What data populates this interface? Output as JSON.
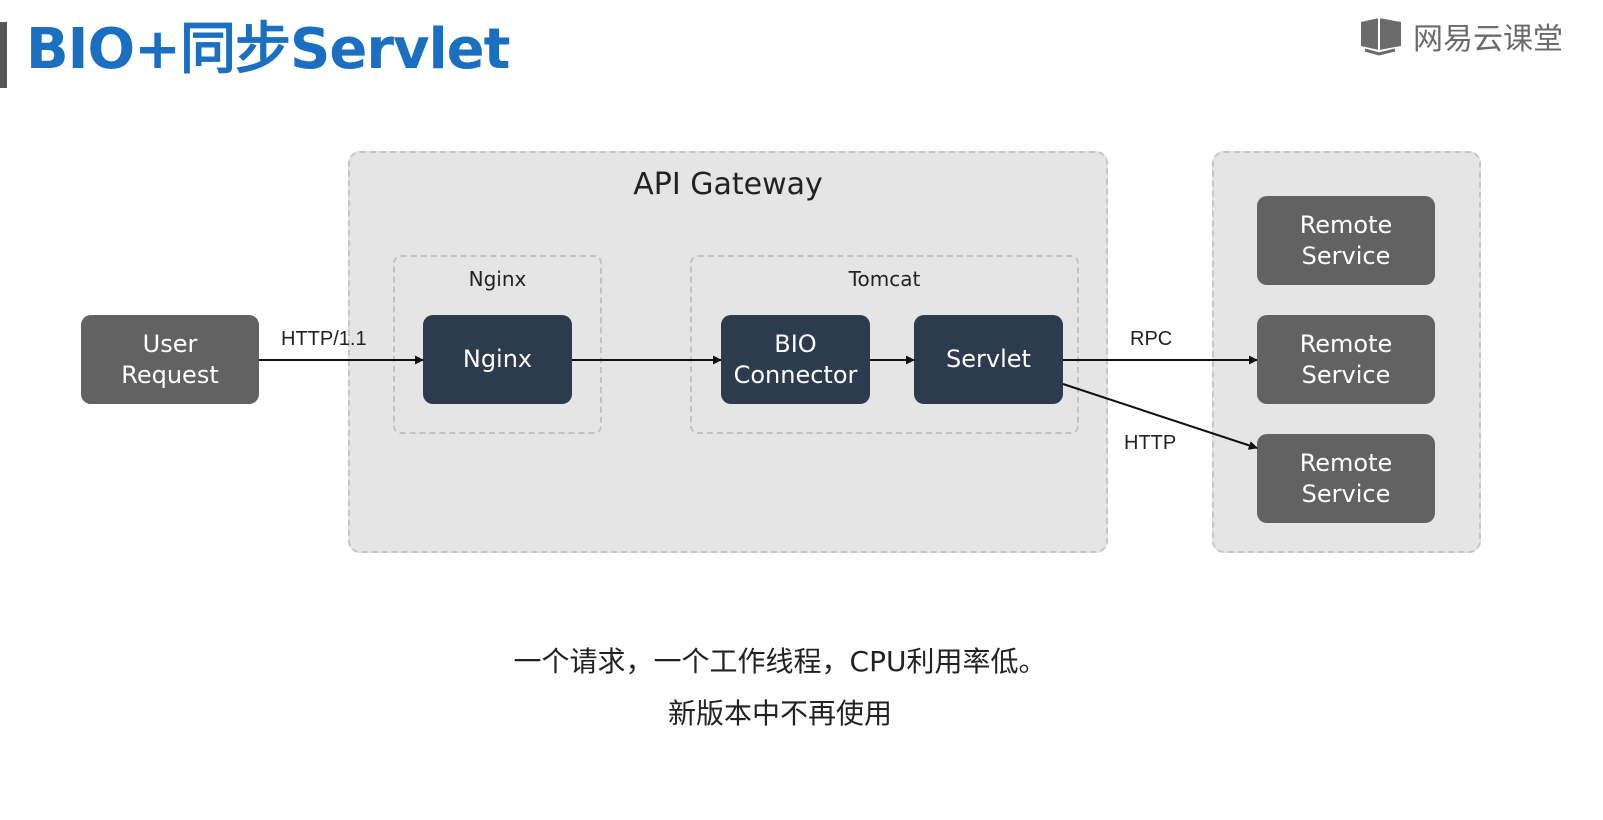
{
  "slide": {
    "title": "BIO+同步Servlet",
    "brand": "网易云课堂"
  },
  "diagram": {
    "user_request": "User\nRequest",
    "api_gateway_label": "API Gateway",
    "nginx_group_label": "Nginx",
    "nginx_box": "Nginx",
    "tomcat_group_label": "Tomcat",
    "bio_connector_box": "BIO\nConnector",
    "servlet_box": "Servlet",
    "remote_services": [
      "Remote\nService",
      "Remote\nService",
      "Remote\nService"
    ],
    "edge_labels": {
      "http11": "HTTP/1.1",
      "rpc": "RPC",
      "http": "HTTP"
    }
  },
  "captions": {
    "line1": "一个请求，一个工作线程，CPU利用率低。",
    "line2": "新版本中不再使用"
  },
  "colors": {
    "title": "#1a6fc0",
    "grey_box": "#626262",
    "navy_box": "#2d3b4e",
    "group_bg": "#e5e5e5"
  }
}
